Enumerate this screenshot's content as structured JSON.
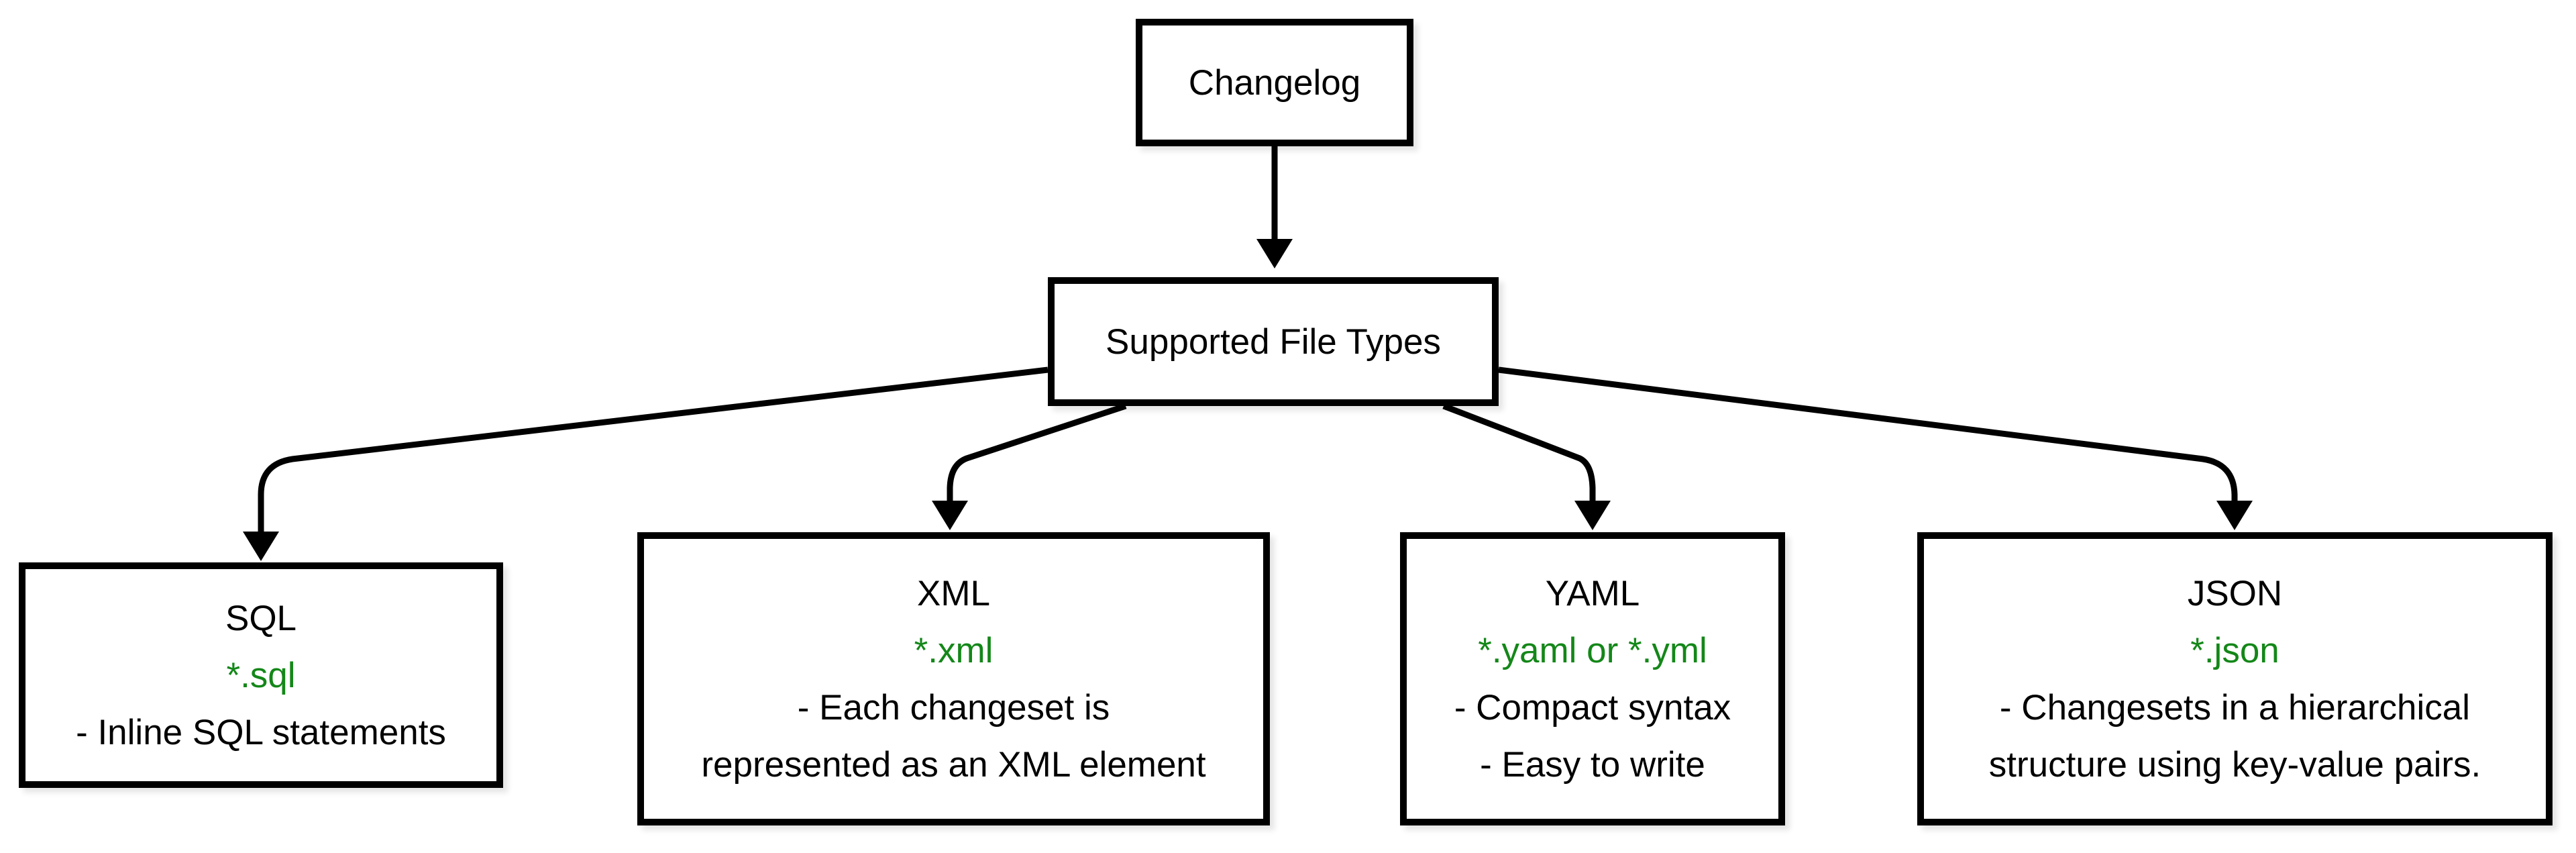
{
  "diagram": {
    "colors": {
      "accent_green": "#148719",
      "stroke_black": "#000000",
      "background": "#ffffff"
    },
    "root": {
      "label": "Changelog"
    },
    "hub": {
      "label": "Supported File Types"
    },
    "file_types": [
      {
        "name": "SQL",
        "extensions": "*.sql",
        "notes": [
          "- Inline SQL statements"
        ]
      },
      {
        "name": "XML",
        "extensions": "*.xml",
        "notes": [
          "- Each changeset is",
          "represented as an XML element"
        ]
      },
      {
        "name": "YAML",
        "extensions": "*.yaml or *.yml",
        "notes": [
          "- Compact syntax",
          "- Easy to write"
        ]
      },
      {
        "name": "JSON",
        "extensions": "*.json",
        "notes": [
          "- Changesets in a hierarchical",
          "structure using key-value pairs."
        ]
      }
    ]
  }
}
